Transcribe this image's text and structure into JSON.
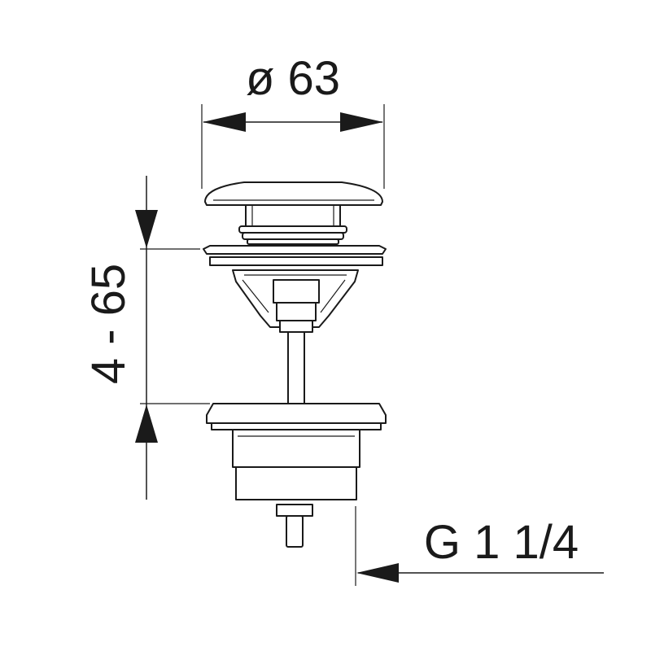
{
  "dimensions": {
    "diameter_label": "ø 63",
    "height_label": "4 - 65",
    "thread_label": "G 1 1/4"
  },
  "colors": {
    "ink": "#1a1a1a",
    "paper": "#ffffff"
  }
}
